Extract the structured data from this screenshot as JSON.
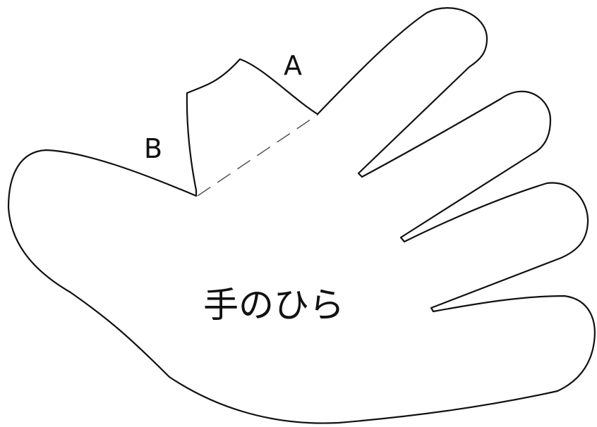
{
  "labels": {
    "a": "A",
    "b": "B",
    "title": "手のひら"
  },
  "colors": {
    "stroke": "#111111",
    "fold_line": "#555555",
    "fill": "#ffffff"
  }
}
